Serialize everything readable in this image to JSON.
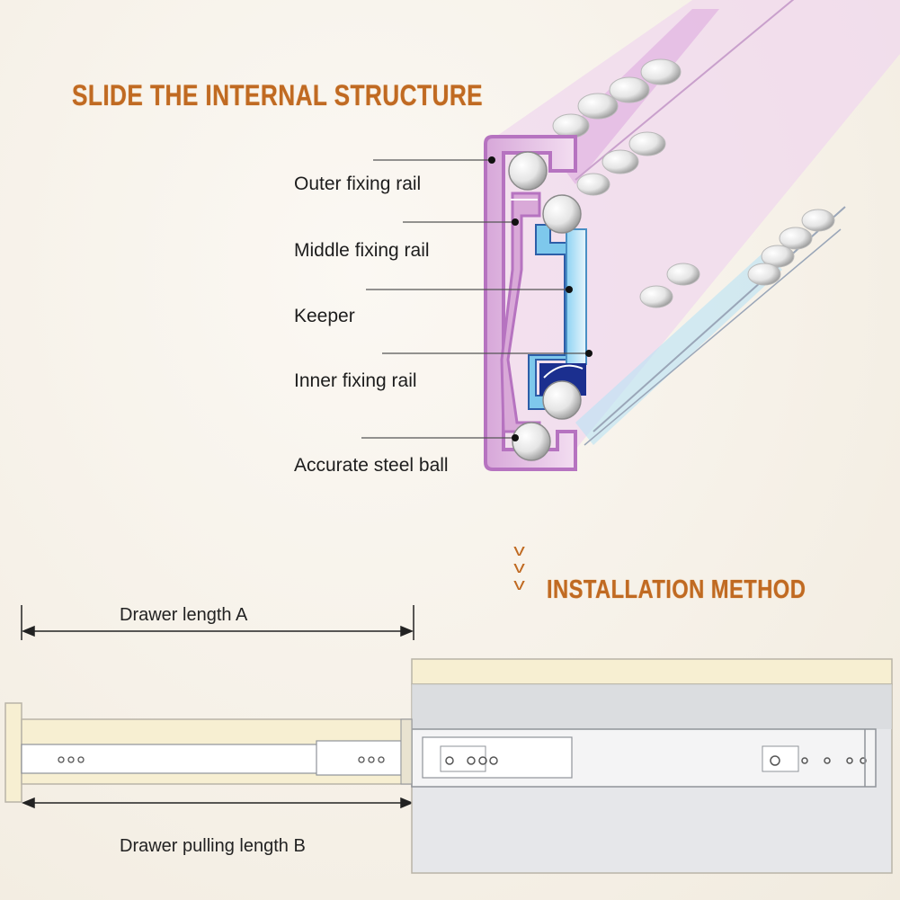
{
  "structure": {
    "title": "SLIDE THE INTERNAL STRUCTURE",
    "labels": [
      "Outer fixing rail",
      "Middle fixing rail",
      "Keeper",
      "Inner fixing rail",
      "Accurate steel ball"
    ]
  },
  "installation": {
    "title": "INSTALLATION  METHOD",
    "chevron": "v",
    "drawer_length_label": "Drawer length A",
    "pulling_length_label": "Drawer pulling length B"
  },
  "colors": {
    "heading": "#c06a22",
    "rail_outer": "#c78fd0",
    "rail_inner_fill": "#e9c6e6",
    "keeper": "#7ec8ec",
    "keeper_dark": "#1b2f8f",
    "drawer_panel": "#f7efd2"
  }
}
